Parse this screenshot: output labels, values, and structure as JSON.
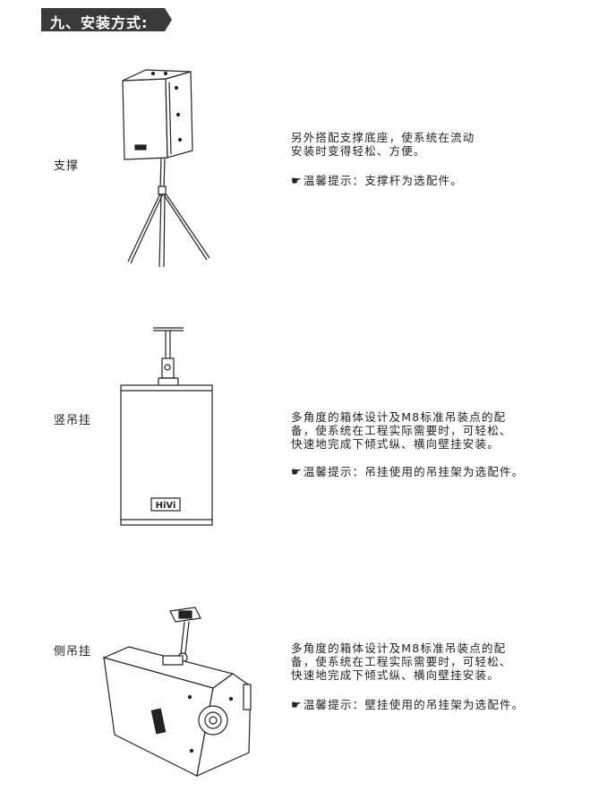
{
  "section": {
    "title": "九、安装方式:"
  },
  "methods": [
    {
      "label": "支撑",
      "description": "另外搭配支撑底座，使系统在流动\n安装时变得轻松、方便。",
      "tip_icon": "pointing-hand-icon",
      "tip": "温馨提示：支撑杆为选配件。"
    },
    {
      "label": "竖吊挂",
      "description": "多角度的箱体设计及M8标准吊装点的配\n备，使系统在工程实际需要时，可轻松、\n快速地完成下倾式纵、横向壁挂安装。",
      "tip_icon": "pointing-hand-icon",
      "tip": "温馨提示：吊挂使用的吊挂架为选配件。",
      "logo_text": "HiVi"
    },
    {
      "label": "侧吊挂",
      "description": "多角度的箱体设计及M8标准吊装点的配\n备，使系统在工程实际需要时，可轻松、\n快速地完成下倾式纵、横向壁挂安装。",
      "tip_icon": "pointing-hand-icon",
      "tip": "温馨提示：壁挂使用的吊挂架为选配件。"
    }
  ]
}
